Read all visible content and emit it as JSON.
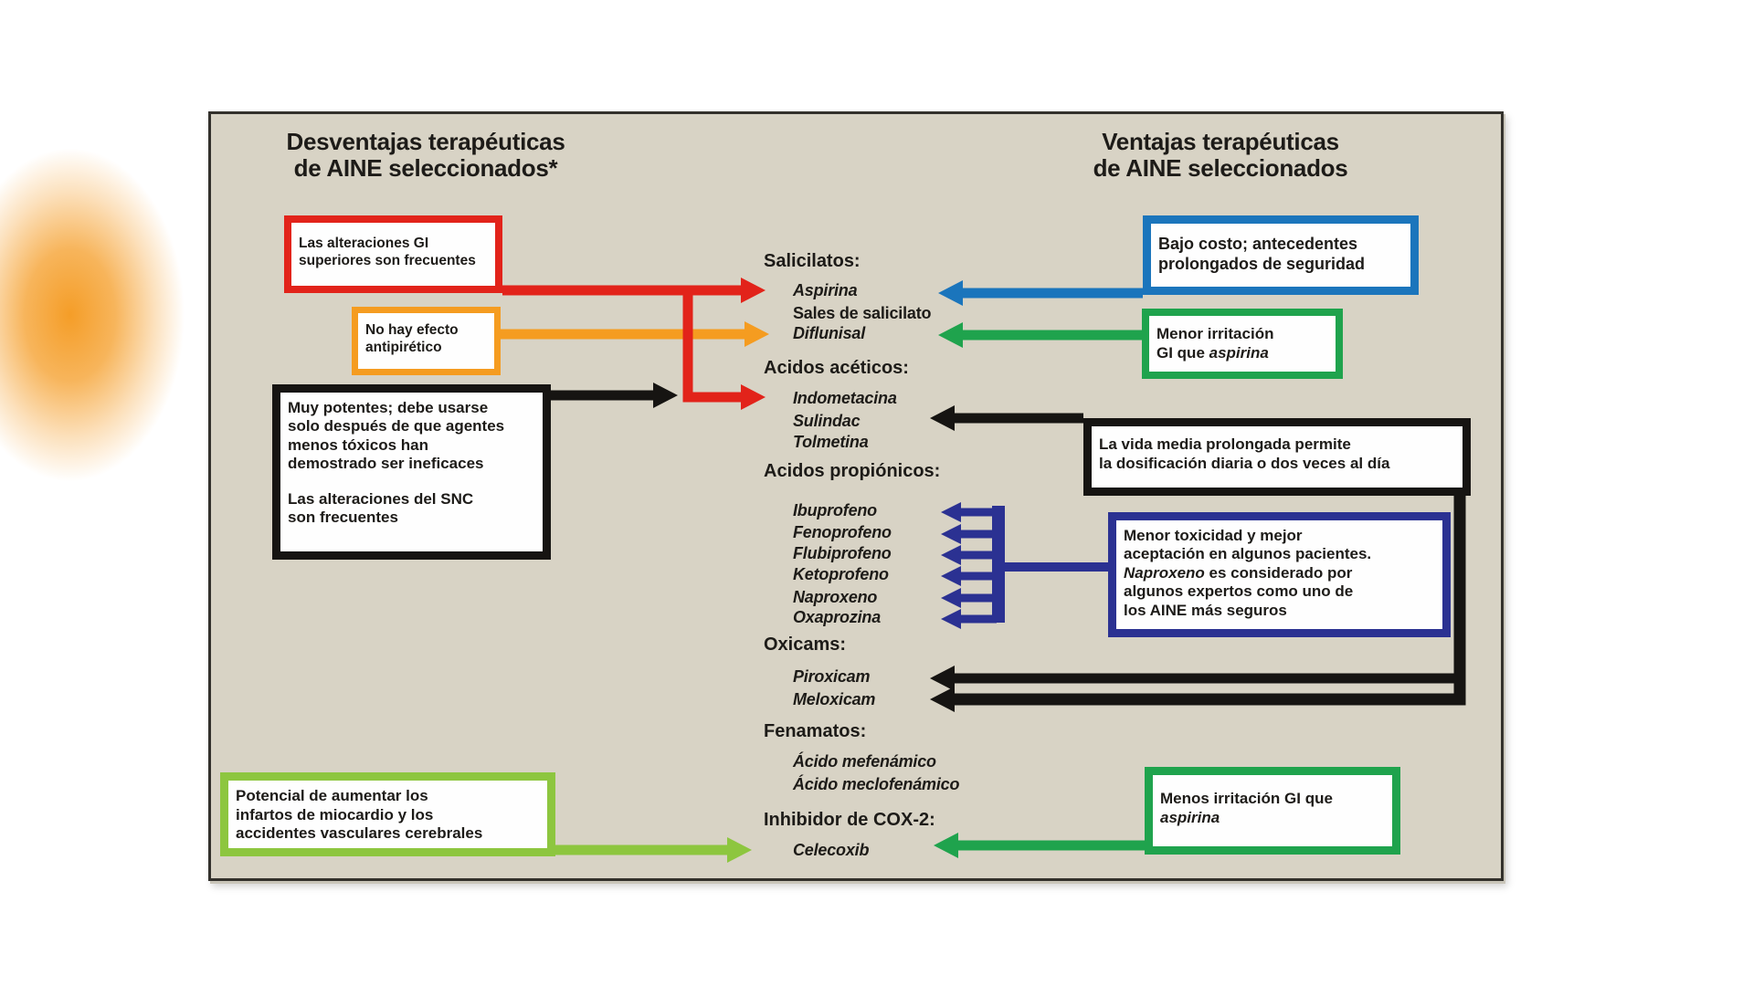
{
  "titles": {
    "left_line1": "Desventajas terapéuticas",
    "left_line2": "de AINE seleccionados*",
    "right_line1": "Ventajas terapéuticas",
    "right_line2": "de AINE seleccionados"
  },
  "left_boxes": {
    "gi_superior": {
      "line1": "Las alteraciones GI",
      "line2": "superiores son frecuentes"
    },
    "antipiretico": {
      "line1": "No hay efecto",
      "line2": "antipirético"
    },
    "potentes": {
      "p1_line1": "Muy potentes; debe usarse",
      "p1_line2": "solo después de que agentes",
      "p1_line3": "menos tóxicos han",
      "p1_line4": "demostrado ser ineficaces",
      "p2_line1": "Las alteraciones del SNC",
      "p2_line2": "son frecuentes"
    },
    "infartos": {
      "line1": "Potencial de aumentar los",
      "line2": "infartos de miocardio y los",
      "line3": "accidentes vasculares cerebrales"
    }
  },
  "right_boxes": {
    "bajo_costo": {
      "line1": "Bajo costo; antecedentes",
      "line2": "prolongados de seguridad"
    },
    "menor_irritacion": {
      "line1": "Menor irritación",
      "line2_before": "GI que ",
      "line2_italic": "aspirina"
    },
    "vida_media": {
      "line1": "La vida media prolongada permite",
      "line2": "la dosificación diaria o dos veces al día"
    },
    "menor_toxicidad": {
      "line1": "Menor toxicidad y mejor",
      "line2": "aceptación en algunos pacientes.",
      "line3_italic": "Naproxeno",
      "line3_rest": " es considerado por",
      "line4": "algunos expertos como uno de",
      "line5": "los AINE más seguros"
    },
    "menos_irritacion": {
      "line1": "Menos irritación GI que",
      "line2_italic": "aspirina"
    }
  },
  "drug_groups": [
    {
      "label": "Salicilatos:",
      "items": [
        {
          "name": "Aspirina"
        },
        {
          "name": "Sales de salicilato"
        },
        {
          "name": "Diflunisal"
        }
      ]
    },
    {
      "label": "Acidos acéticos:",
      "items": [
        {
          "name": "Indometacina"
        },
        {
          "name": "Sulindac"
        },
        {
          "name": "Tolmetina"
        }
      ]
    },
    {
      "label": "Acidos propiónicos:",
      "items": [
        {
          "name": "Ibuprofeno"
        },
        {
          "name": "Fenoprofeno"
        },
        {
          "name": "Flubiprofeno"
        },
        {
          "name": "Ketoprofeno"
        },
        {
          "name": "Naproxeno"
        },
        {
          "name": "Oxaprozina"
        }
      ]
    },
    {
      "label": "Oxicams:",
      "items": [
        {
          "name": "Piroxicam"
        },
        {
          "name": "Meloxicam"
        }
      ]
    },
    {
      "label": "Fenamatos:",
      "items": [
        {
          "name": "Ácido mefenámico"
        },
        {
          "name": "Ácido meclofenámico"
        }
      ]
    },
    {
      "label": "Inhibidor de COX-2:",
      "items": [
        {
          "name": "Celecoxib"
        }
      ]
    }
  ],
  "colors": {
    "red": "#e2231a",
    "orange": "#f59c20",
    "black_ink": "#161412",
    "lime": "#8dc63f",
    "blue": "#1b75bc",
    "green": "#1fa34d",
    "navy": "#2b3192",
    "panel_bg": "#d8d3c5",
    "panel_border": "#33312c",
    "box_bg": "#fefefe",
    "text": "#1d1b18",
    "glow": "#f5991d"
  }
}
